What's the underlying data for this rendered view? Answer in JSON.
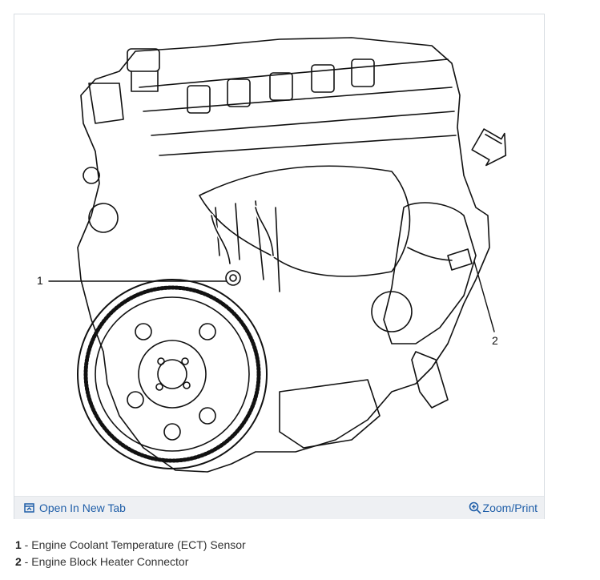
{
  "figure": {
    "callouts": [
      {
        "number": "1"
      },
      {
        "number": "2"
      }
    ],
    "footer": {
      "open_tab_label": "Open In New Tab",
      "open_tab_icon": "open-in-new-tab-icon",
      "zoom_label": "Zoom/Print",
      "zoom_icon": "magnifier-zoom-icon",
      "link_color": "#1f5ea8",
      "background": "#eef0f3"
    }
  },
  "legend": [
    {
      "number": "1",
      "separator": " - ",
      "text": "Engine Coolant Temperature (ECT) Sensor"
    },
    {
      "number": "2",
      "separator": " - ",
      "text": "Engine Block Heater Connector"
    }
  ]
}
